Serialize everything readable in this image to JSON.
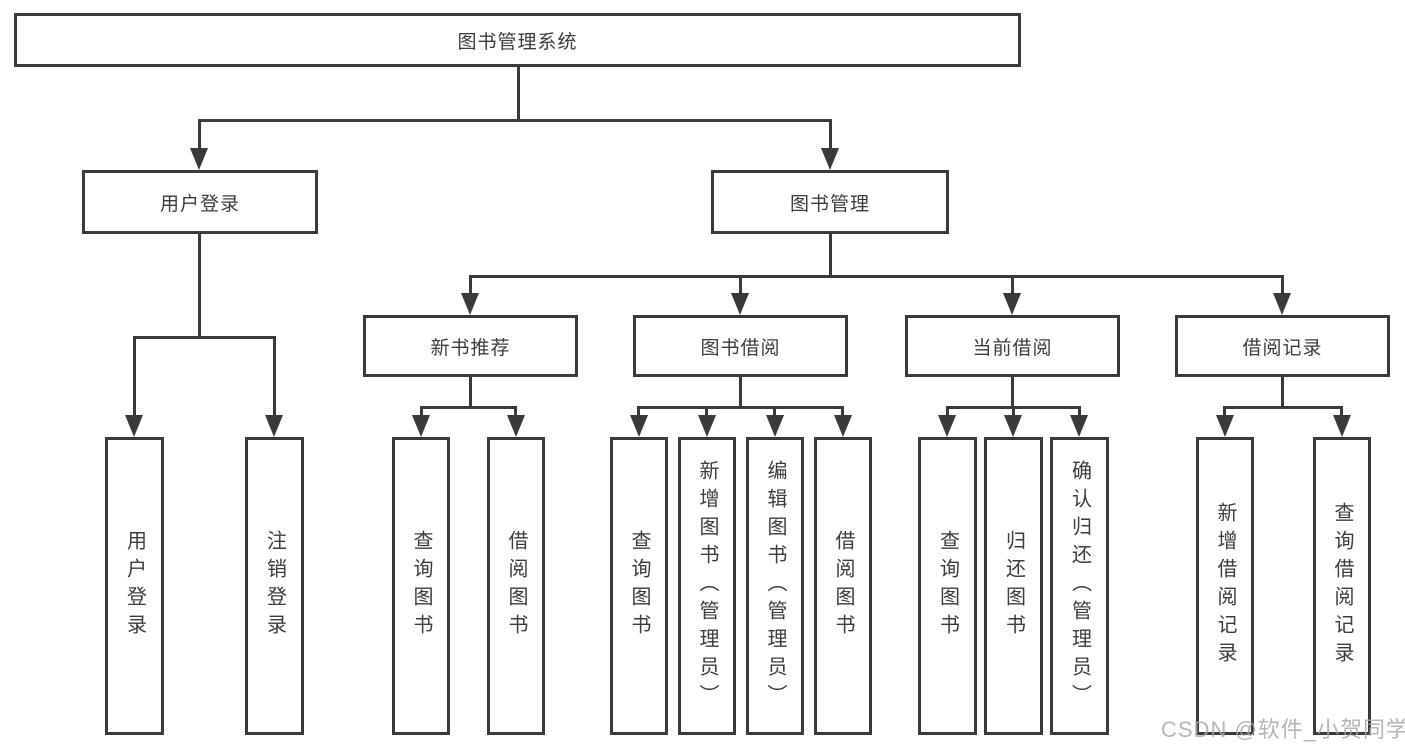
{
  "tree": {
    "label": "图书管理系统",
    "children": [
      {
        "label": "用户登录",
        "children": [
          {
            "label": "用户登录"
          },
          {
            "label": "注销登录"
          }
        ]
      },
      {
        "label": "图书管理",
        "children": [
          {
            "label": "新书推荐",
            "children": [
              {
                "label": "查询图书"
              },
              {
                "label": "借阅图书"
              }
            ]
          },
          {
            "label": "图书借阅",
            "children": [
              {
                "label": "查询图书"
              },
              {
                "label": "新增图书（管理员）"
              },
              {
                "label": "编辑图书（管理员）"
              },
              {
                "label": "借阅图书"
              }
            ]
          },
          {
            "label": "当前借阅",
            "children": [
              {
                "label": "查询图书"
              },
              {
                "label": "归还图书"
              },
              {
                "label": "确认归还（管理员）"
              }
            ]
          },
          {
            "label": "借阅记录",
            "children": [
              {
                "label": "新增借阅记录"
              },
              {
                "label": "查询借阅记录"
              }
            ]
          }
        ]
      }
    ]
  },
  "watermark": {
    "text": "CSDN @软件_小贺同学"
  },
  "colors": {
    "line": "#3a3a3a",
    "text": "#3c3c3c",
    "background": "#ffffff",
    "watermark": "#a8a8a8"
  }
}
